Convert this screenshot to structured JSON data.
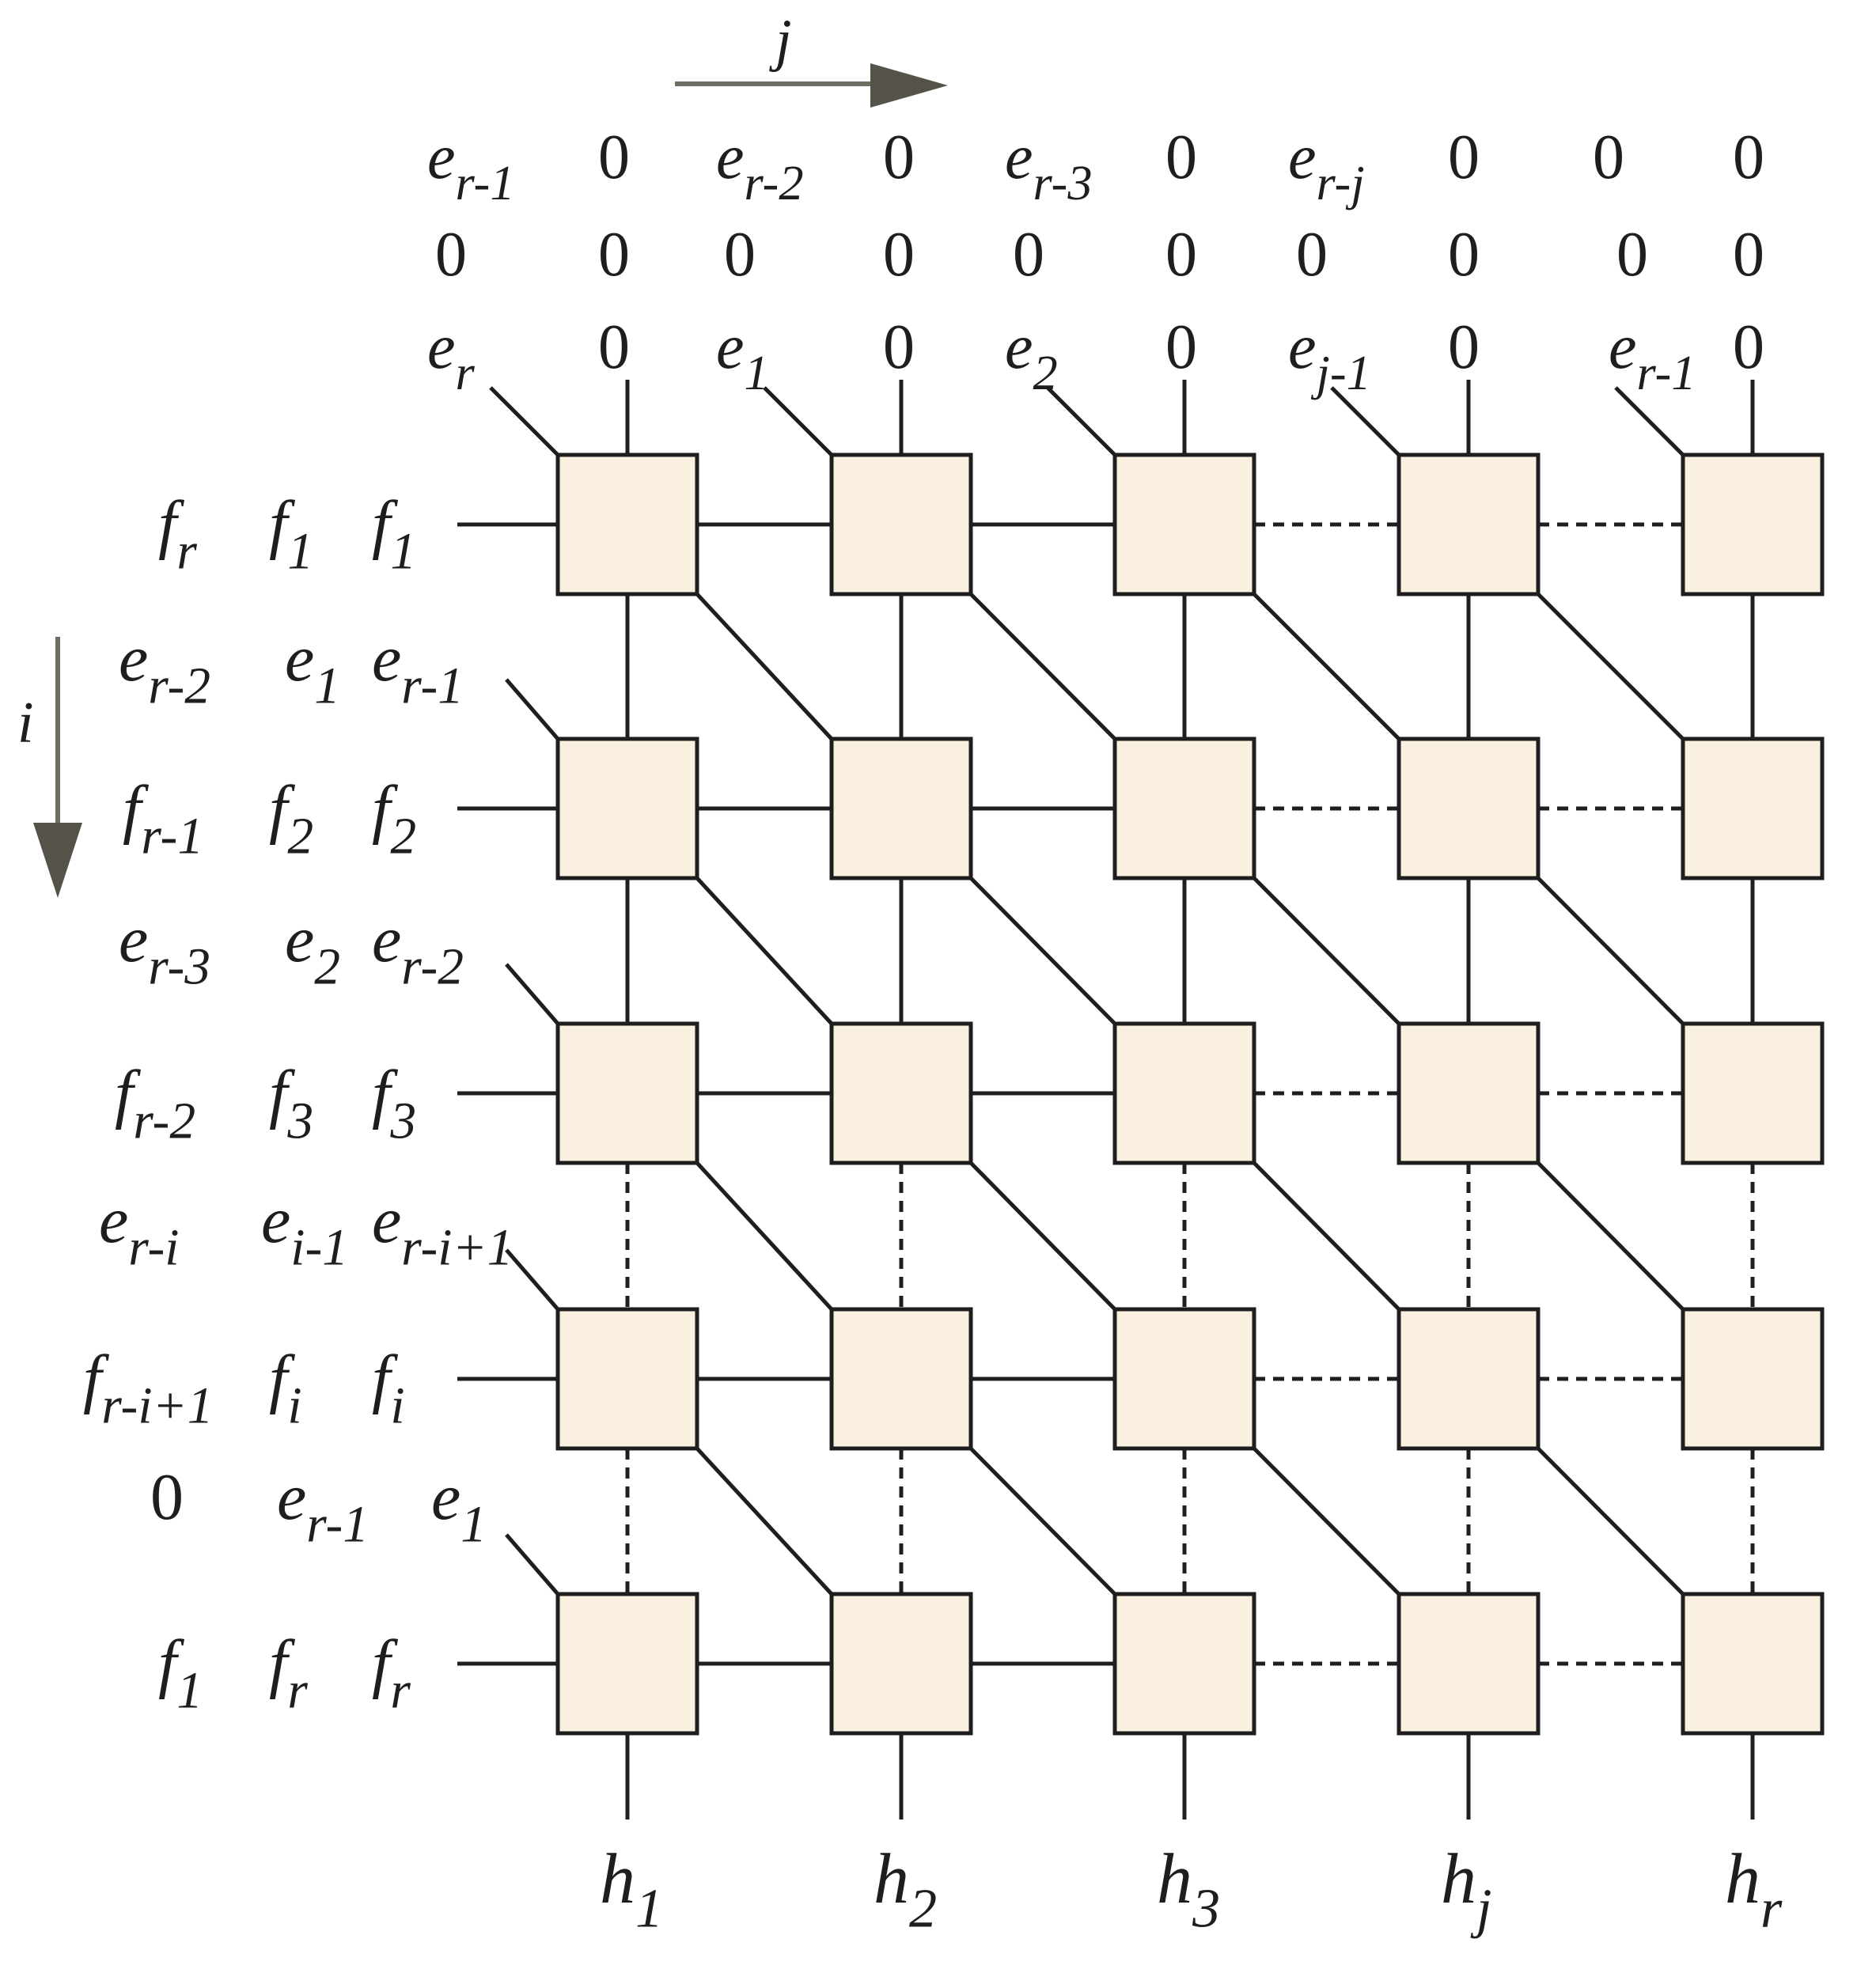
{
  "axes": {
    "col_label": "j",
    "row_label": "i",
    "arrow_color": "#6e6e64"
  },
  "top_inputs": {
    "row1": [
      [
        "e",
        "r-1"
      ],
      [
        "0",
        ""
      ],
      [
        "e",
        "r-2"
      ],
      [
        "0",
        ""
      ],
      [
        "e",
        "r-3"
      ],
      [
        "0",
        ""
      ],
      [
        "e",
        "r-j"
      ],
      [
        "0",
        ""
      ],
      [
        "0",
        ""
      ],
      [
        "0",
        ""
      ]
    ],
    "row2": [
      [
        "0",
        ""
      ],
      [
        "0",
        ""
      ],
      [
        "0",
        ""
      ],
      [
        "0",
        ""
      ],
      [
        "0",
        ""
      ],
      [
        "0",
        ""
      ],
      [
        "0",
        ""
      ],
      [
        "0",
        ""
      ],
      [
        "0",
        ""
      ],
      [
        "0",
        ""
      ]
    ],
    "row3": [
      [
        "e",
        "r"
      ],
      [
        "0",
        ""
      ],
      [
        "e",
        "1"
      ],
      [
        "0",
        ""
      ],
      [
        "e",
        "2"
      ],
      [
        "0",
        ""
      ],
      [
        "e",
        "j-1"
      ],
      [
        "0",
        ""
      ],
      [
        "e",
        "r-1"
      ],
      [
        "0",
        ""
      ]
    ]
  },
  "row_labels": [
    {
      "e_prev": [
        [
          "e",
          "r-2"
        ],
        [
          "e",
          "1"
        ],
        [
          "e",
          "r-1"
        ]
      ],
      "f": [
        [
          "f",
          "r"
        ],
        [
          "f",
          "1"
        ],
        [
          "f",
          "1"
        ]
      ]
    },
    {
      "e_prev": [
        [
          "e",
          "r-3"
        ],
        [
          "e",
          "2"
        ],
        [
          "e",
          "r-2"
        ]
      ],
      "f": [
        [
          "f",
          "r-1"
        ],
        [
          "f",
          "2"
        ],
        [
          "f",
          "2"
        ]
      ]
    },
    {
      "e_prev": [
        [
          "e",
          "r-i"
        ],
        [
          "e",
          "i-1"
        ],
        [
          "e",
          "r-i+1"
        ]
      ],
      "f": [
        [
          "f",
          "r-2"
        ],
        [
          "f",
          "3"
        ],
        [
          "f",
          "3"
        ]
      ]
    },
    {
      "e_prev": [
        [
          "0",
          ""
        ],
        [
          "e",
          "r-1"
        ],
        [
          "e",
          "1"
        ]
      ],
      "f": [
        [
          "f",
          "r-i+1"
        ],
        [
          "f",
          "i"
        ],
        [
          "f",
          "i"
        ]
      ]
    },
    {
      "e_prev": null,
      "f": [
        [
          "f",
          "1"
        ],
        [
          "f",
          "r"
        ],
        [
          "f",
          "r"
        ]
      ]
    }
  ],
  "outputs": [
    [
      "h",
      "1"
    ],
    [
      "h",
      "2"
    ],
    [
      "h",
      "3"
    ],
    [
      "h",
      "j"
    ],
    [
      "h",
      "r"
    ]
  ],
  "colors": {
    "cell_fill": "#f9f0df",
    "line": "#1e1e1e"
  }
}
